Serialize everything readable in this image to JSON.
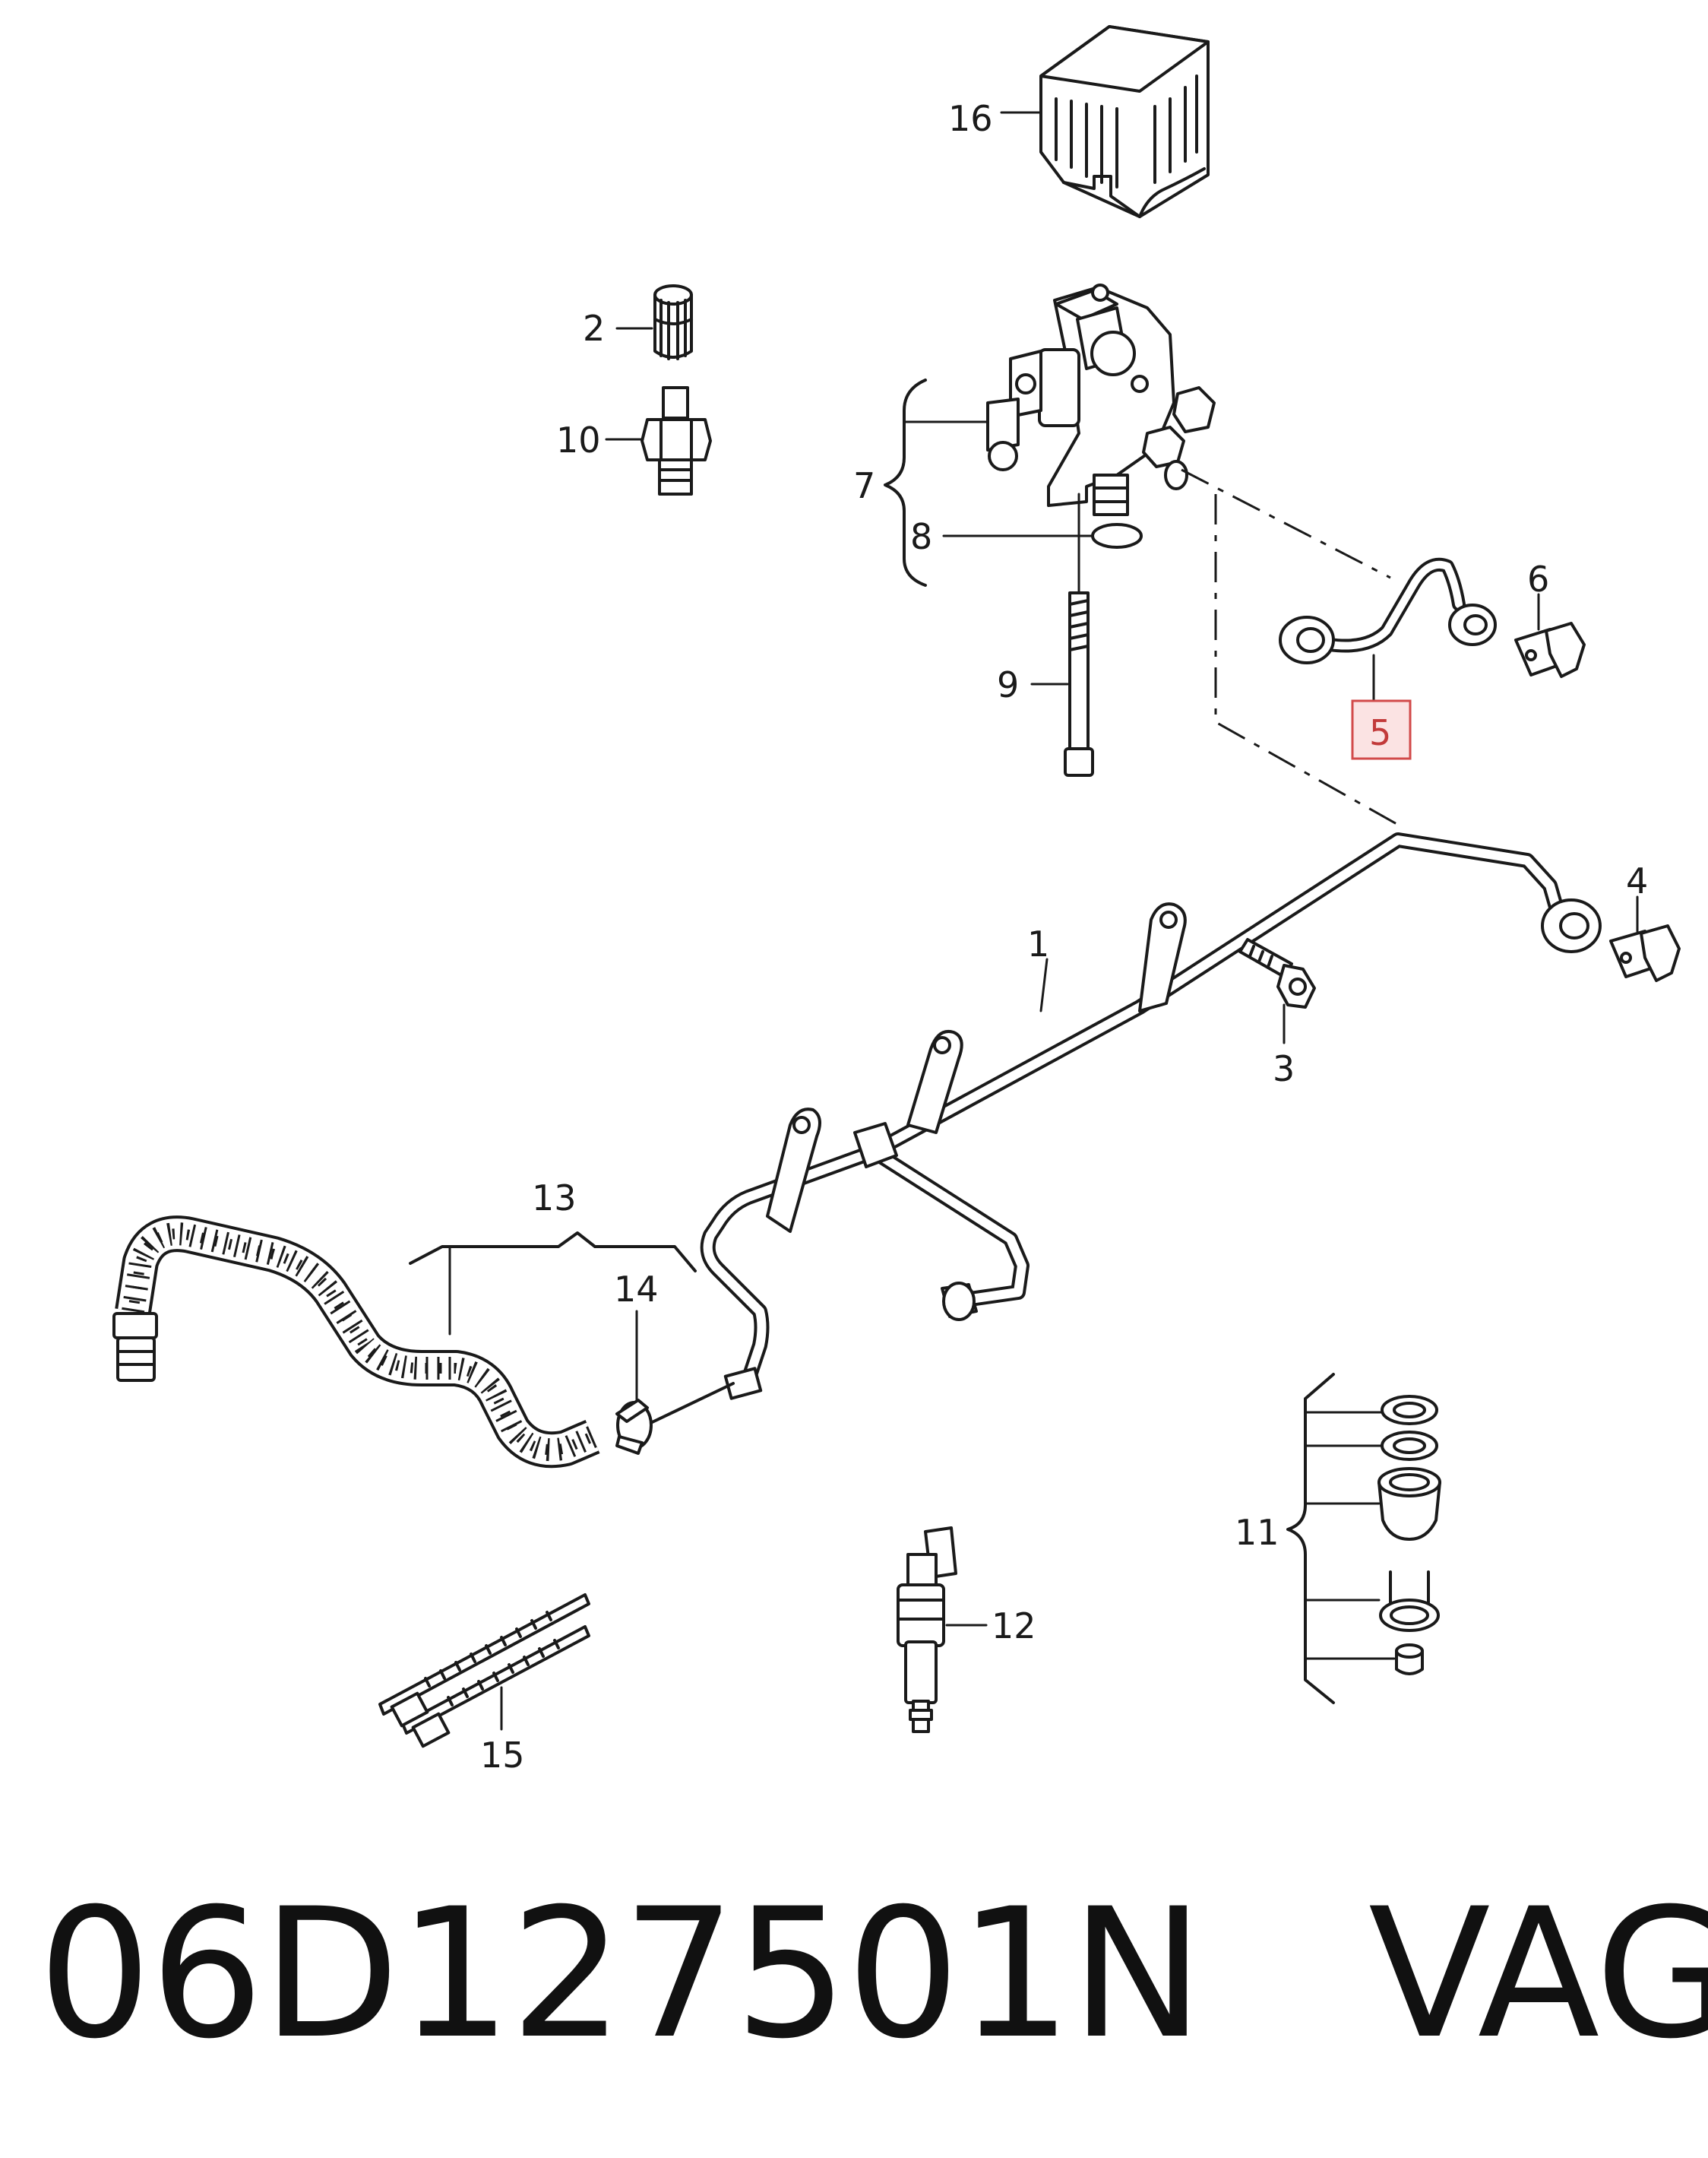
{
  "callouts": {
    "c1": "1",
    "c2": "2",
    "c3": "3",
    "c4": "4",
    "c5": "5",
    "c6": "6",
    "c7": "7",
    "c8": "8",
    "c9": "9",
    "c10": "10",
    "c11": "11",
    "c12": "12",
    "c13": "13",
    "c14": "14",
    "c15": "15",
    "c16": "16"
  },
  "highlighted_callout": "5",
  "caption": {
    "part_number": "06D127501N",
    "brand": "VAG"
  },
  "colors": {
    "line": "#1a1a1a",
    "highlight_border": "#d24a4a",
    "highlight_fill": "#fbe3e3"
  }
}
